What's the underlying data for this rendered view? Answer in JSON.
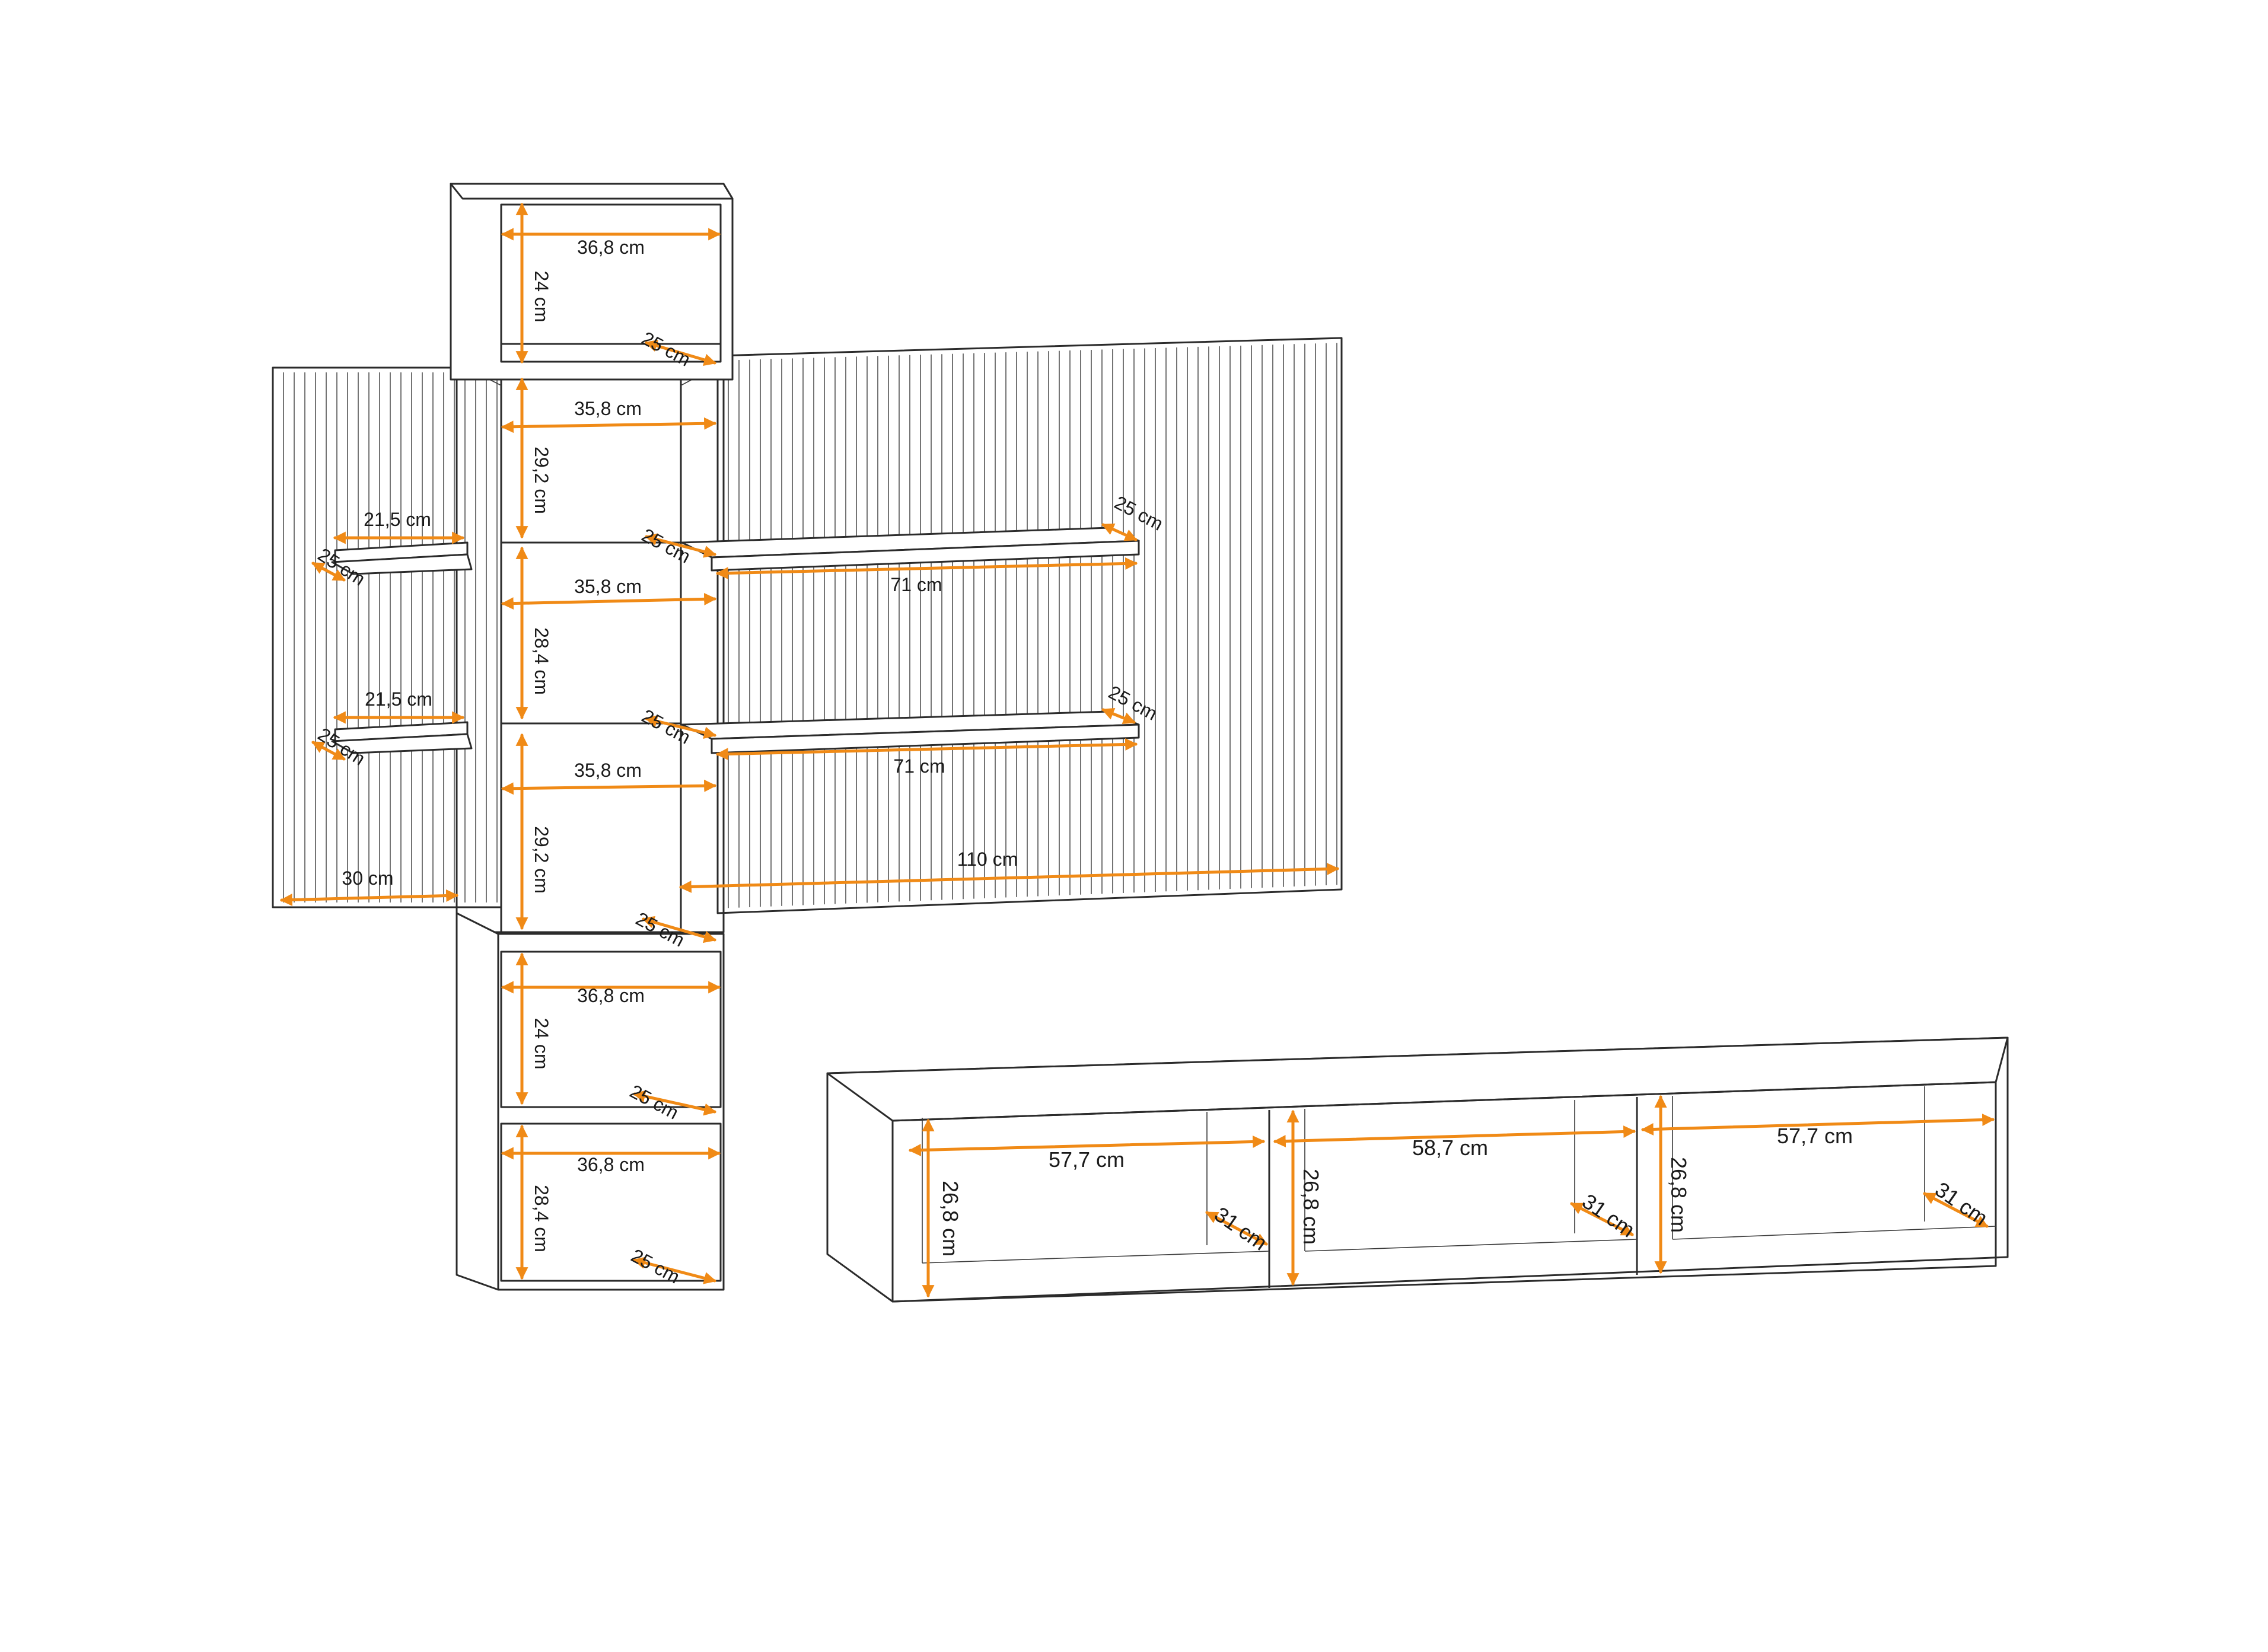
{
  "colors": {
    "background": "#ffffff",
    "outline": "#2b2b2b",
    "slat": "#3a3a3a",
    "dimension_arrow": "#f08a16",
    "label": "#1a1a1a"
  },
  "wall_unit": {
    "top_cabinet": {
      "width": "36,8 cm",
      "height": "24 cm",
      "depth": "25 cm"
    },
    "glass_cabinet": {
      "section_1": {
        "width": "35,8 cm",
        "height": "29,2 cm",
        "depth": "25 cm"
      },
      "section_2": {
        "width": "35,8 cm",
        "height": "28,4 cm",
        "depth": "25 cm"
      },
      "section_3": {
        "width": "35,8 cm",
        "height": "29,2 cm",
        "depth": "25 cm"
      }
    },
    "left_shelves": [
      {
        "width": "21,5 cm",
        "depth": "25 cm"
      },
      {
        "width": "21,5 cm",
        "depth": "25 cm"
      }
    ],
    "right_shelves": [
      {
        "width": "71 cm",
        "depth": "25 cm"
      },
      {
        "width": "71 cm",
        "depth": "25 cm"
      }
    ],
    "left_panel_width": "30 cm",
    "right_panel_width": "110 cm",
    "bottom_cabinet": {
      "upper": {
        "width": "36,8 cm",
        "height": "24 cm",
        "depth": "25 cm"
      },
      "lower": {
        "width": "36,8 cm",
        "height": "28,4 cm",
        "depth": "25 cm"
      }
    }
  },
  "tv_board": {
    "compartments": [
      {
        "width": "57,7 cm",
        "height": "26,8 cm",
        "depth": "31 cm"
      },
      {
        "width": "58,7 cm",
        "height": "26,8 cm",
        "depth": "31 cm"
      },
      {
        "width": "57,7 cm",
        "height": "26,8 cm",
        "depth": "31 cm"
      }
    ]
  }
}
